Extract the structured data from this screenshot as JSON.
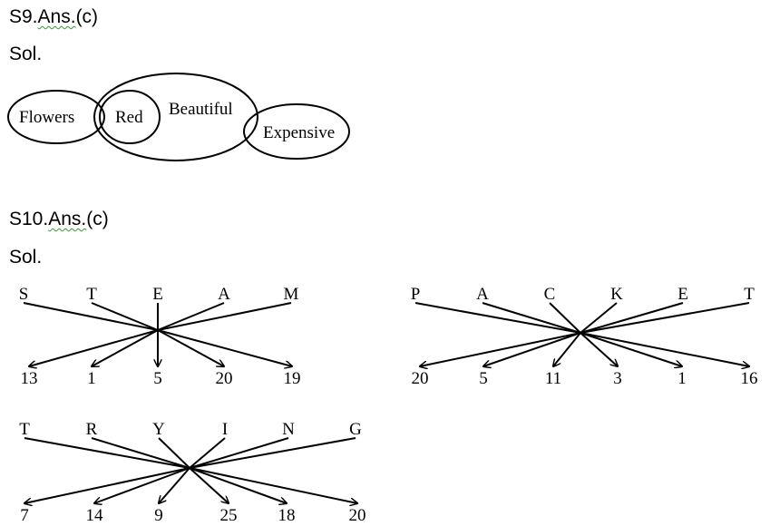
{
  "s9": {
    "answer_prefix": "S9.",
    "answer_word": "Ans.",
    "answer_choice": "(c)",
    "sol": "Sol.",
    "venn": {
      "labels": [
        "Flowers",
        "Red",
        "Beautiful",
        "Expensive"
      ]
    }
  },
  "s10": {
    "answer_prefix": "S10.",
    "answer_word": "Ans.",
    "answer_choice": "(c)",
    "sol": "Sol.",
    "diagrams": [
      {
        "top": [
          "S",
          "T",
          "E",
          "A",
          "M"
        ],
        "bottom": [
          "13",
          "1",
          "5",
          "20",
          "19"
        ]
      },
      {
        "top": [
          "P",
          "A",
          "C",
          "K",
          "E",
          "T"
        ],
        "bottom": [
          "20",
          "5",
          "11",
          "3",
          "1",
          "16"
        ]
      },
      {
        "top": [
          "T",
          "R",
          "Y",
          "I",
          "N",
          "G"
        ],
        "bottom": [
          "7",
          "14",
          "9",
          "25",
          "18",
          "20"
        ]
      }
    ]
  }
}
